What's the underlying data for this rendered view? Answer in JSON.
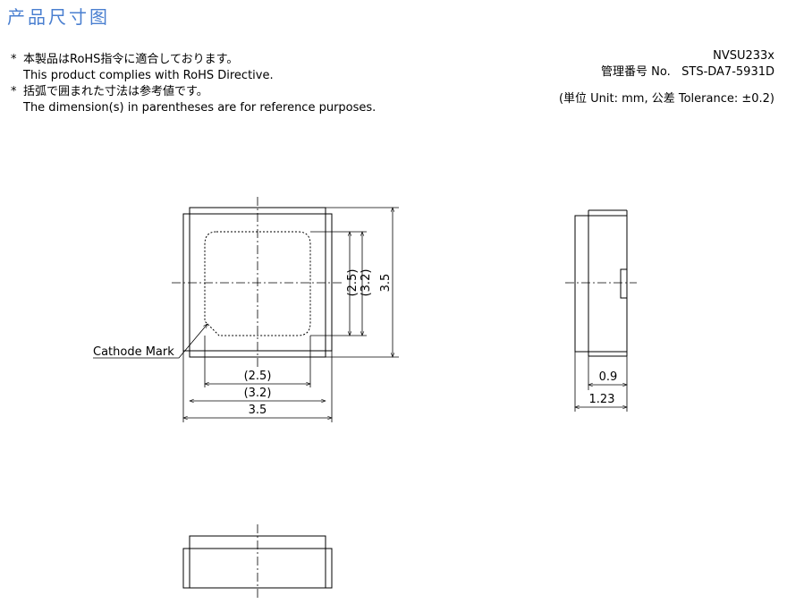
{
  "title": "产品尺寸图",
  "notes": [
    {
      "star": "*",
      "jp": "本製品はRoHS指令に適合しております。",
      "en": "This product complies with RoHS Directive."
    },
    {
      "star": "*",
      "jp": "括弧で囲まれた寸法は参考値です。",
      "en": "The dimension(s) in parentheses are for reference purposes."
    }
  ],
  "info": {
    "part": "NVSU233x",
    "mgmt_label": "管理番号 No.",
    "mgmt_no": "STS-DA7-5931D",
    "tolerance": "(単位 Unit: mm, 公差 Tolerance: ±0.2)"
  },
  "drawing": {
    "cathode_label": "Cathode Mark",
    "dims": {
      "bottom_inner": "(2.5)",
      "bottom_mid": "(3.2)",
      "bottom_outer": "3.5",
      "right_inner": "(2.5)",
      "right_mid": "(3.2)",
      "right_outer": "3.5",
      "side_thickness": "0.9",
      "side_total": "1.23"
    }
  },
  "colors": {
    "title": "#4a7fd0",
    "line": "#000000"
  }
}
